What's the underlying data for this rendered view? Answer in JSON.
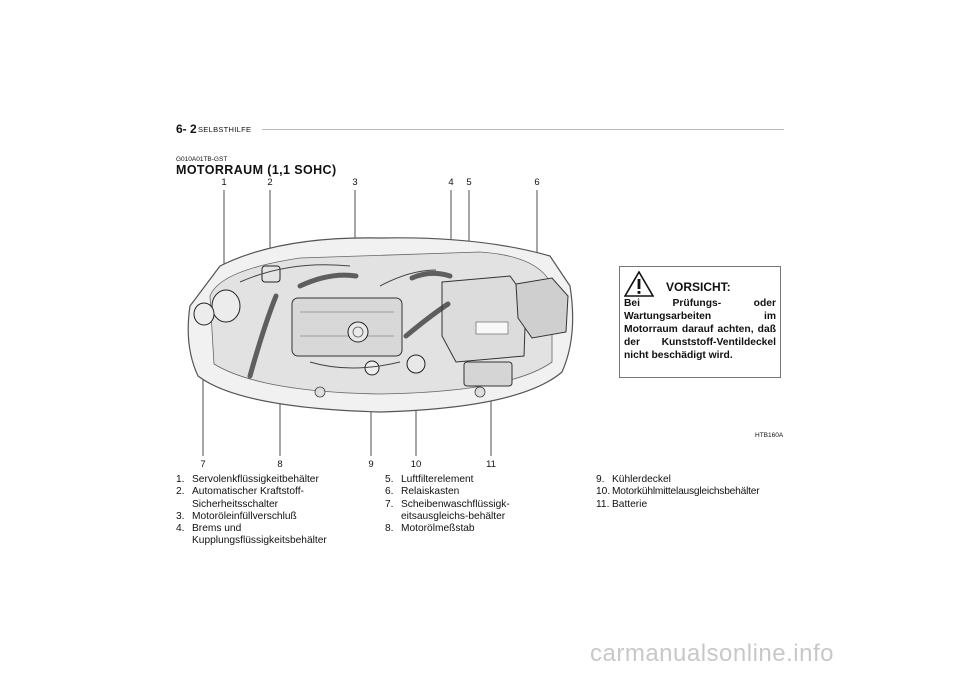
{
  "header": {
    "page_number": "6- 2",
    "section": "SELBSTHILFE"
  },
  "doc_code": "G010A01TB-GST",
  "title": "MOTORRAUM (1,1 SOHC)",
  "callouts_top": [
    "1",
    "2",
    "3",
    "4",
    "5",
    "6"
  ],
  "callouts_bottom": [
    "7",
    "8",
    "9",
    "10",
    "11"
  ],
  "list_col1": [
    {
      "num": "1.",
      "text": "Servolenkflüssigkeitbehälter"
    },
    {
      "num": "2.",
      "text": "Automatischer Kraftstoff-Sicherheitsschalter"
    },
    {
      "num": "3.",
      "text": "Motoröleinfüllverschluß"
    },
    {
      "num": "4.",
      "text": "Brems und Kupplungsflüssigkeitsbehälter"
    }
  ],
  "list_col2": [
    {
      "num": "5.",
      "text": "Luftfilterelement"
    },
    {
      "num": "6.",
      "text": "Relaiskasten"
    },
    {
      "num": "7.",
      "text": "Scheibenwaschflüssigk-eitsausgleichs-behälter"
    },
    {
      "num": "8.",
      "text": "Motorölmeßstab"
    }
  ],
  "list_col3": [
    {
      "num": "9.",
      "text": "Kühlerdeckel"
    },
    {
      "num": "10.",
      "text": "Motorkühlmittelausgleichsbehälter"
    },
    {
      "num": "11.",
      "text": "Batterie"
    }
  ],
  "warning": {
    "icon": "warning-triangle-icon",
    "title": "VORSICHT:",
    "body": "Bei Prüfungs- oder Wartungsarbeiten im Motorraum darauf achten, daß der Kunststoff-Ventildeckel nicht beschädigt wird."
  },
  "figure_ref": "HTB160A",
  "watermark": "carmanualsonline.info"
}
